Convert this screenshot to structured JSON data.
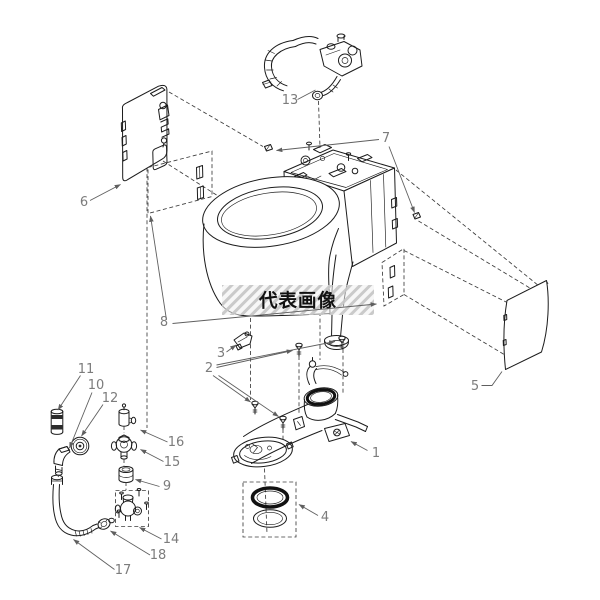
{
  "watermark": {
    "text": "代表画像"
  },
  "labels": [
    "1",
    "2",
    "3",
    "4",
    "5",
    "6",
    "7",
    "8",
    "9",
    "10",
    "11",
    "12",
    "13",
    "14",
    "15",
    "16",
    "17",
    "18"
  ],
  "colors": {
    "background": "#ffffff",
    "artwork_line": "#1c1c1c",
    "callout_text": "#7c7c7c",
    "leader_line": "#5f5f5f",
    "hatch_stripe": "#c6c6c6",
    "watermark_text": "#111111",
    "panel_top_edge": "#4c4c4c"
  }
}
